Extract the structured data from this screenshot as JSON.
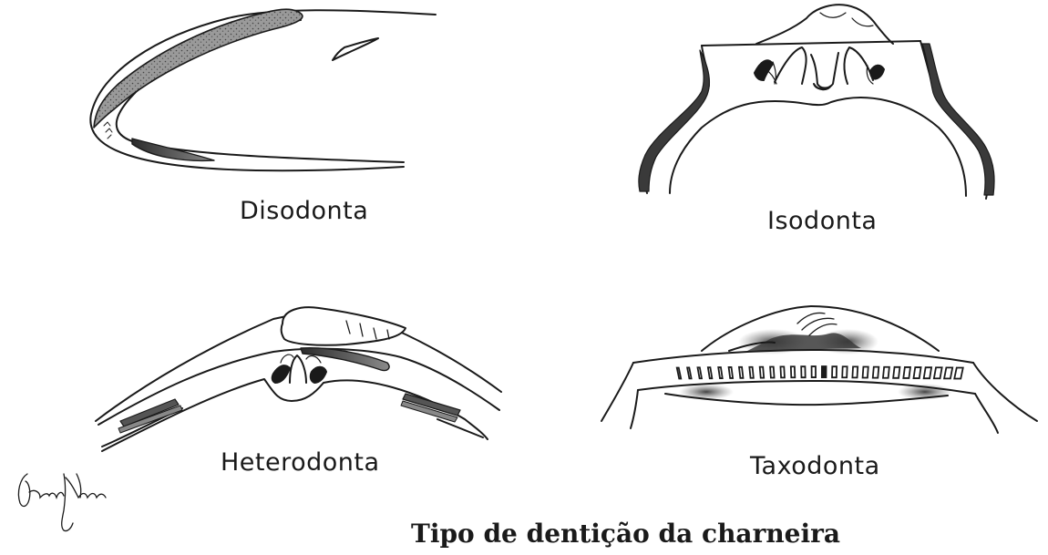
{
  "title": "Tipo de dentição da charneira",
  "labels": {
    "disodonta": "Disodonta",
    "isodonta": "Isodonta",
    "heterodonta": "Heterodonta",
    "taxodonta": "Taxodonta"
  },
  "signature": "GrasyMesquita",
  "colors": {
    "ink": "#1a1a1a",
    "dark_fill": "#3a3a3a",
    "mid_fill": "#8a8a8a",
    "light_fill": "#bdbdbd"
  }
}
